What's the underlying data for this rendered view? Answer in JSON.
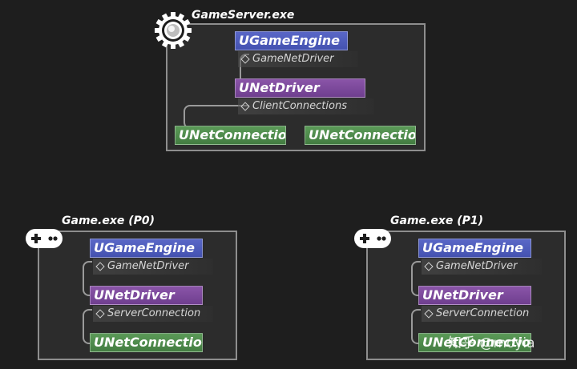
{
  "server": {
    "title": "GameServer.exe",
    "engine": "UGameEngine",
    "engine_prop": "GameNetDriver",
    "driver": "UNetDriver",
    "driver_prop": "ClientConnections",
    "connections": [
      "UNetConnection",
      "UNetConnection"
    ],
    "icon": "gear-icon"
  },
  "client0": {
    "title": "Game.exe (P0)",
    "engine": "UGameEngine",
    "engine_prop": "GameNetDriver",
    "driver": "UNetDriver",
    "driver_prop": "ServerConnection",
    "connection": "UNetConnection",
    "icon": "gamepad-icon"
  },
  "client1": {
    "title": "Game.exe (P1)",
    "engine": "UGameEngine",
    "engine_prop": "GameNetDriver",
    "driver": "UNetDriver",
    "driver_prop": "ServerConnection",
    "connection": "UNetConnection",
    "icon": "gamepad-icon"
  },
  "watermark": "知乎 @moyia",
  "colors": {
    "engine": "#4c58b8",
    "driver": "#7a4699",
    "connection": "#4a8a48",
    "background": "#1e1e1e",
    "panel": "#2c2c2c"
  }
}
